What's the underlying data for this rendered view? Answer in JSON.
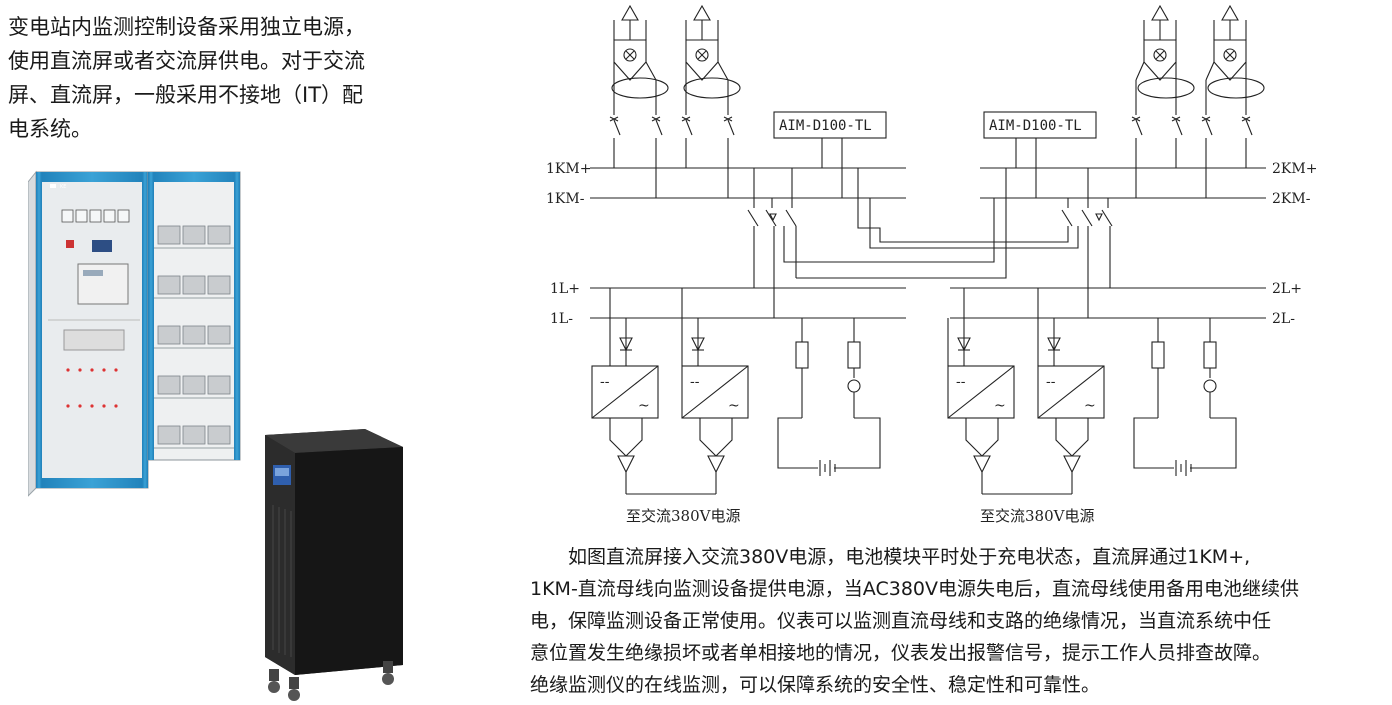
{
  "intro": {
    "lines": [
      "变电站内监测控制设备采用独立电源，",
      "使用直流屏或者交流屏供电。对于交流",
      "屏、直流屏，一般采用不接地（IT）配",
      "电系统。"
    ]
  },
  "diagram": {
    "device_left": "AIM-D100-TL",
    "device_right": "AIM-D100-TL",
    "bus_1km_plus": "1KM+",
    "bus_1km_minus": "1KM-",
    "bus_2km_plus": "2KM+",
    "bus_2km_minus": "2KM-",
    "bus_1l_plus": "1L+",
    "bus_1l_minus": "1L-",
    "bus_2l_plus": "2L+",
    "bus_2l_minus": "2L-",
    "source_left": "至交流380V电源",
    "source_right": "至交流380V电源",
    "rectifier_dc": "--",
    "rectifier_ac": "~"
  },
  "description": {
    "lines": [
      "如图直流屏接入交流380V电源，电池模块平时处于充电状态，直流屏通过1KM+,",
      "1KM-直流母线向监测设备提供电源，当AC380V电源失电后，直流母线使用备用电池继续供",
      "电，保障监测设备正常使用。仪表可以监测直流母线和支路的绝缘情况，当直流系统中任",
      "意位置发生绝缘损坏或者单相接地的情况，仪表发出报警信号，提示工作人员排查故障。",
      "绝缘监测仪的在线监测，可以保障系统的安全性、稳定性和可靠性。"
    ]
  },
  "colors": {
    "panel_frame": "#2b8fc4",
    "ups_body": "#1c1c1c",
    "line": "#222222"
  }
}
